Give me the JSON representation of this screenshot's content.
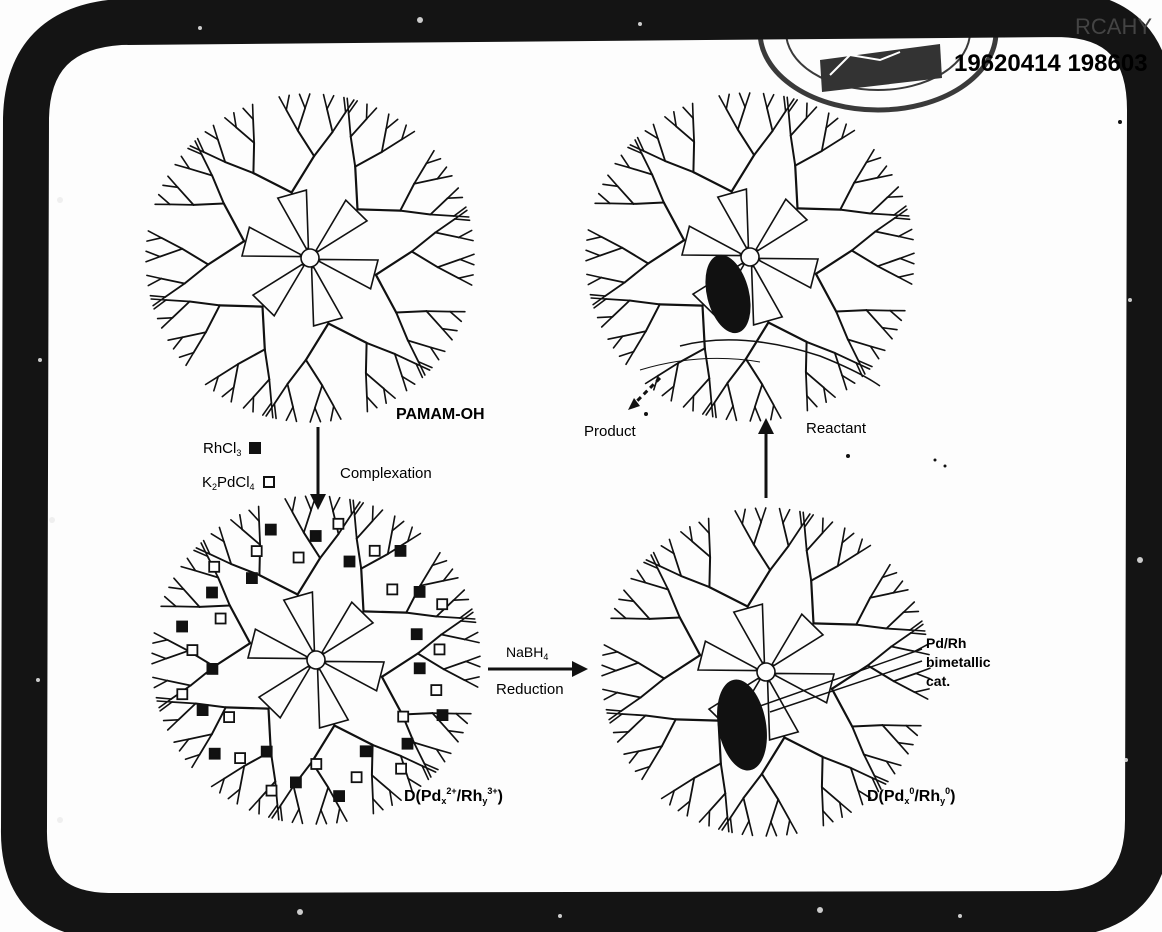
{
  "stamp": {
    "top_text": "RCAHY",
    "number_text": "19620414 198603"
  },
  "labels": {
    "pamam": "PAMAM-OH",
    "rhcl3": "RhCl",
    "rhcl3_sub": "3",
    "k2pdcl4_a": "K",
    "k2pdcl4_sub1": "2",
    "k2pdcl4_b": "PdCl",
    "k2pdcl4_sub2": "4",
    "complexation": "Complexation",
    "nabh4": "NaBH",
    "nabh4_sub": "4",
    "reduction": "Reduction",
    "product": "Product",
    "reactant": "Reactant",
    "catalyst_line1": "Pd/Rh",
    "catalyst_line2": "bimetallic",
    "catalyst_line3": "cat.",
    "d_ionic_prefix": "D(Pd",
    "d_ionic_x": "x",
    "d_ionic_sup1": "2+",
    "d_ionic_mid": "/Rh",
    "d_ionic_y": "y",
    "d_ionic_sup2": "3+",
    "d_ionic_end": ")",
    "d_metal_prefix": "D(Pd",
    "d_metal_x": "x",
    "d_metal_sup1": "0",
    "d_metal_mid": "/Rh",
    "d_metal_y": "y",
    "d_metal_sup2": "0",
    "d_metal_end": ")"
  },
  "legend": [
    {
      "compound": "RhCl3",
      "marker": "filled-square",
      "color": "#111111"
    },
    {
      "compound": "K2PdCl4",
      "marker": "open-square",
      "color": "#111111"
    }
  ],
  "colors": {
    "ink": "#111111",
    "frame": "#141414",
    "paper": "#fdfdfd",
    "stamp": "#444444"
  }
}
